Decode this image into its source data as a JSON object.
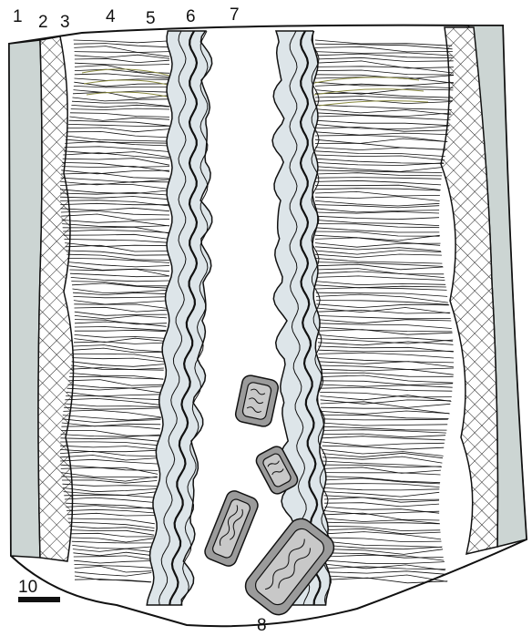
{
  "figure": {
    "layer_labels": [
      "1",
      "2",
      "3",
      "4",
      "5",
      "6",
      "7"
    ],
    "bottom_label": "8",
    "scale_bar_label": "10"
  },
  "colors": {
    "outer_band": "#ccd5d3",
    "lining": "#dde5e9",
    "inclusion_outer": "#9b9b9b",
    "inclusion_inner": "#c8c8c8",
    "stroke": "#111111",
    "hatch": "#222222",
    "tint_lines": "#8a8a40"
  },
  "legend_icons": [
    "hatch-pattern"
  ]
}
